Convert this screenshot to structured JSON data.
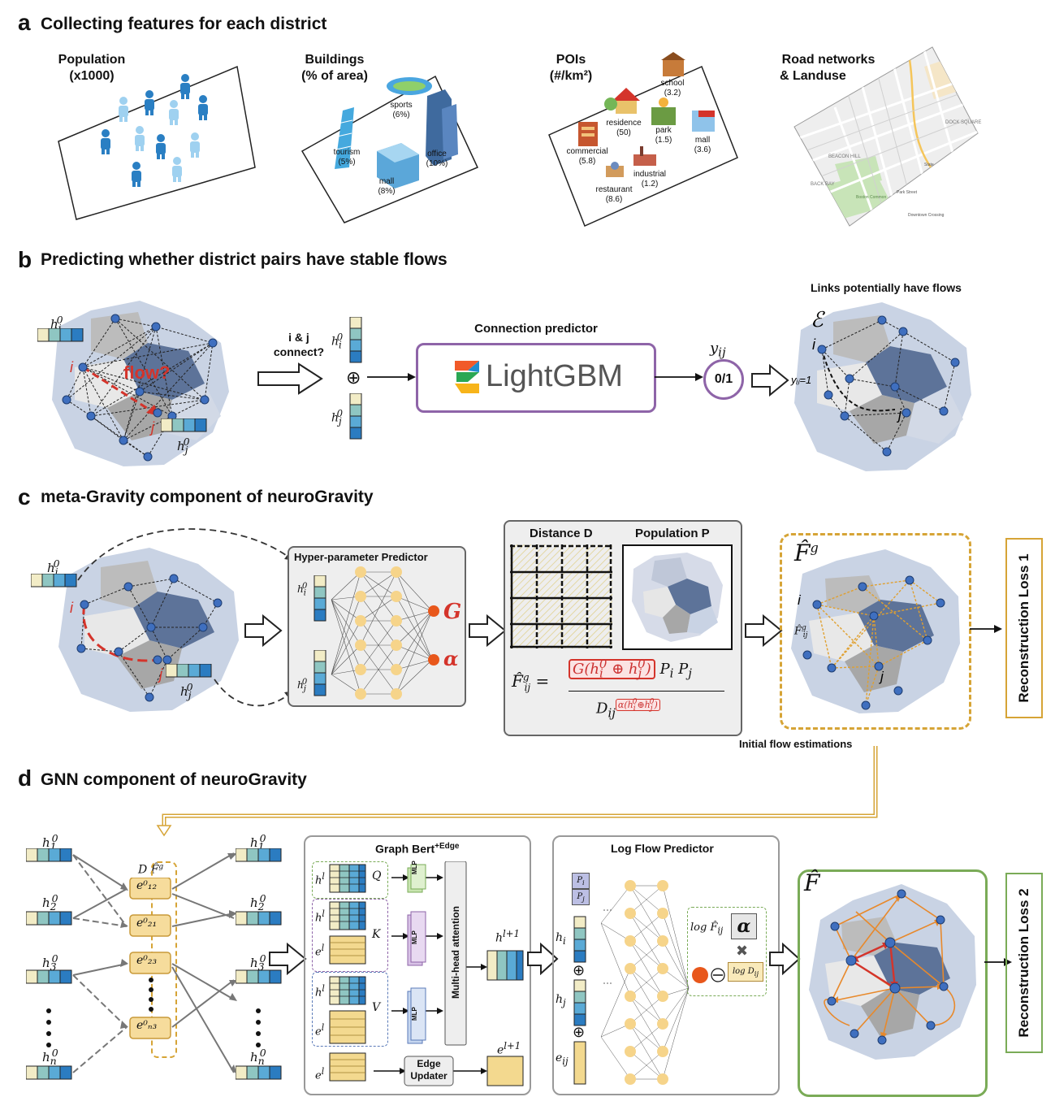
{
  "sections": {
    "a": {
      "letter": "a",
      "title": "Collecting features for each district"
    },
    "b": {
      "letter": "b",
      "title": "Predicting whether district pairs have stable flows"
    },
    "c": {
      "letter": "c",
      "title": "meta-Gravity component of neuroGravity"
    },
    "d": {
      "letter": "d",
      "title": "GNN component of neuroGravity"
    }
  },
  "panel_a": {
    "population": {
      "title1": "Population",
      "title2": "(x1000)"
    },
    "buildings": {
      "title1": "Buildings",
      "title2": "(% of area)",
      "items": [
        {
          "name": "sports",
          "val": "(6%)"
        },
        {
          "name": "tourism",
          "val": "(5%)"
        },
        {
          "name": "office",
          "val": "(10%)"
        },
        {
          "name": "mall",
          "val": "(8%)"
        }
      ]
    },
    "pois": {
      "title1": "POIs",
      "title2": "(#/km²)",
      "items": [
        {
          "name": "school",
          "val": "(3.2)"
        },
        {
          "name": "residence",
          "val": "(50)"
        },
        {
          "name": "park",
          "val": "(1.5)"
        },
        {
          "name": "mall",
          "val": "(3.6)"
        },
        {
          "name": "commercial",
          "val": "(5.8)"
        },
        {
          "name": "industrial",
          "val": "(1.2)"
        },
        {
          "name": "restaurant",
          "val": "(8.6)"
        }
      ]
    },
    "roads": {
      "title1": "Road networks",
      "title2": "& Landuse",
      "map_labels": [
        "BEACON HILL",
        "BACK BAY",
        "DOCK SQUARE",
        "Boston Common",
        "Park Street",
        "State",
        "Downtown Crossing"
      ]
    }
  },
  "panel_b": {
    "question1": "i & j",
    "question2": "connect?",
    "predictor_title": "Connection predictor",
    "lightgbm": "LightGBM",
    "output": "0/1",
    "links_title": "Links potentially have flows",
    "flow_label": "flow?",
    "yij_eq": "yᵢⱼ=1"
  },
  "panel_c": {
    "hp_title": "Hyper-parameter Predictor",
    "G": "G",
    "alpha": "α",
    "distance_title": "Distance D",
    "population_title": "Population P",
    "loss": "Reconstruction Loss 1",
    "initial": "Initial flow estimations"
  },
  "panel_d": {
    "bert_title": "Graph Bert",
    "bert_sup": "+Edge",
    "mlp": "MLP",
    "mha": "Multi-head attention",
    "edge_updater1": "Edge",
    "edge_updater2": "Updater",
    "log_title": "Log Flow Predictor",
    "loss": "Reconstruction Loss 2",
    "q": "Q",
    "k": "K",
    "v": "V",
    "edges": [
      "e⁰₁₂",
      "e⁰₂₁",
      "e⁰₂₃",
      "e⁰ₙ₃"
    ]
  },
  "colors": {
    "accent_gold": "#d6a436",
    "accent_purple": "#8e64a8",
    "accent_green": "#7aab57",
    "red": "#d4342b",
    "orange_node": "#e8571b",
    "district_dark": "#5d7399",
    "node_blue": "#3f6fbf"
  }
}
